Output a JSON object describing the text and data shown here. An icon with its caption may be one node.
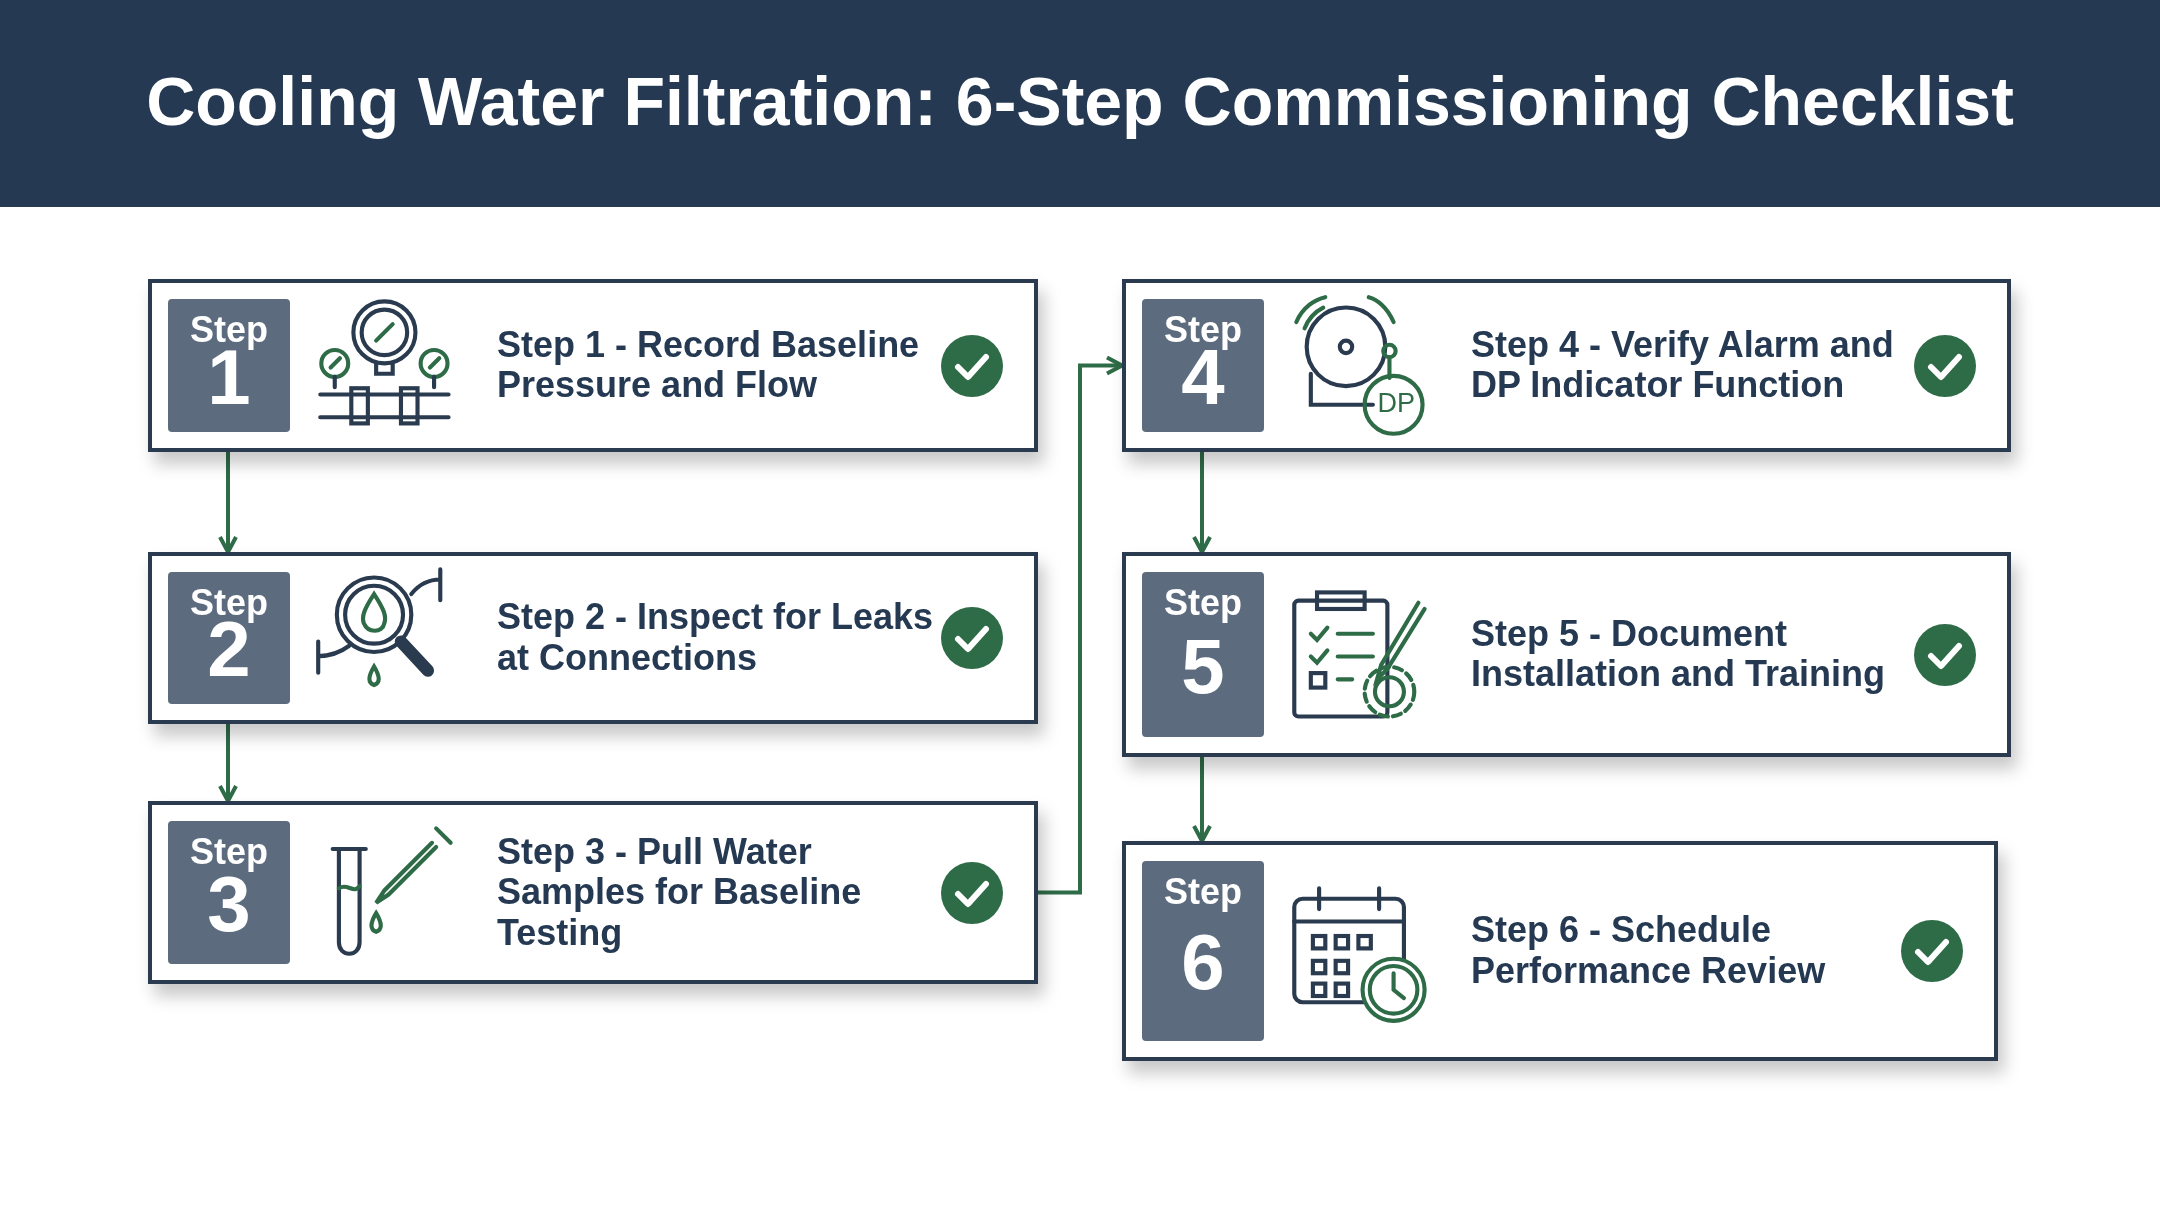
{
  "diagram": {
    "title": "Cooling Water Filtration: 6-Step Commissioning Checklist",
    "nodes": [
      {
        "text": [
          "Step",
          "1",
          "Step 1 - Record Baseline Pressure and Flow"
        ]
      },
      {
        "text": [
          "Step",
          "2",
          "Step 2 - Inspect for Leaks at Connections"
        ]
      },
      {
        "text": [
          "Step",
          "3",
          "Step 3 - Pull Water Samples for Baseline Testing"
        ]
      },
      {
        "text": [
          "Step",
          "4",
          "Step 4 - Verify Alarm and DP Indicator Function"
        ]
      },
      {
        "text": [
          "Step",
          "5",
          "Step 5 - Document Installation and Training"
        ]
      },
      {
        "text": [
          "Step",
          "6",
          "Step 6 - Schedule Performance Review"
        ]
      }
    ],
    "edges": [
      {
        "from": 0,
        "to": 1,
        "arrow": "to"
      },
      {
        "from": 1,
        "to": 2,
        "arrow": "to"
      },
      {
        "from": 2,
        "to": 3,
        "arrow": "to"
      },
      {
        "from": 3,
        "to": 4,
        "arrow": "to"
      },
      {
        "from": 4,
        "to": 5,
        "arrow": "to"
      }
    ],
    "labels": [
      "DP"
    ]
  }
}
